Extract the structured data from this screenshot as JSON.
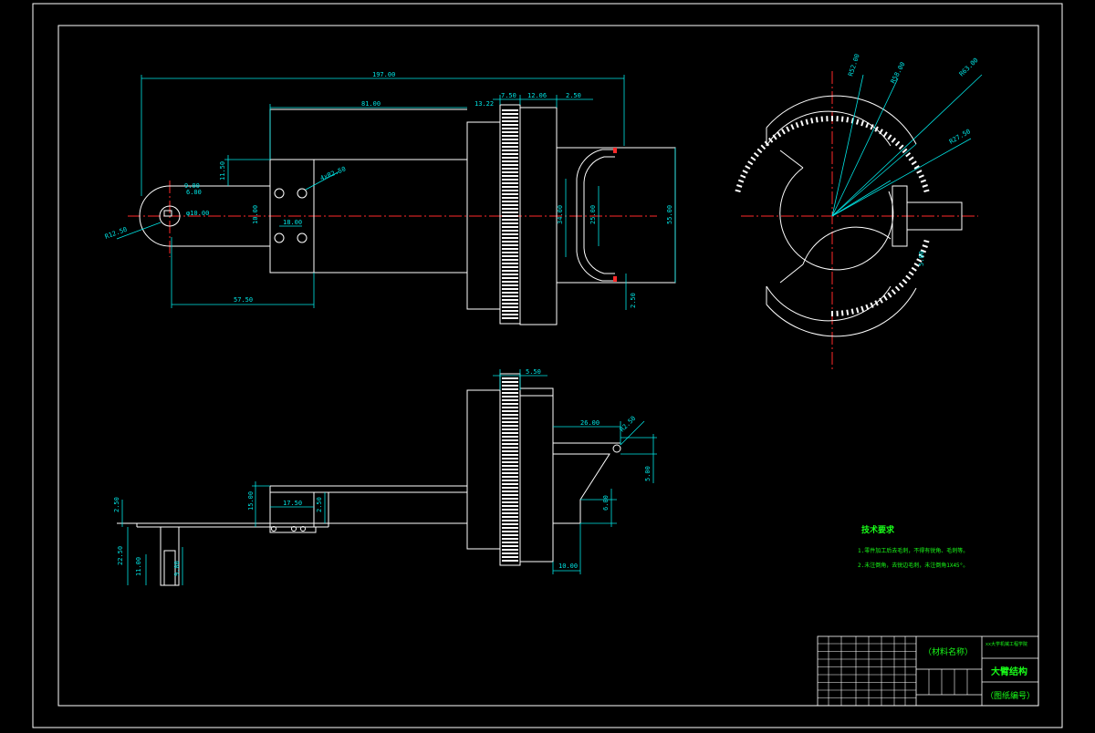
{
  "colors": {
    "background": "#000000",
    "outline": "#ffffff",
    "dimension": "#00e5e5",
    "centerline": "#ff2a2a",
    "annotation": "#19ff19"
  },
  "dims": {
    "d197": "197.00",
    "d81": "81.00",
    "d13_22": "13.22",
    "d7_50": "7.50",
    "d12_06": "12.06",
    "d2_50a": "2.50",
    "d11_50": "11.50",
    "d6_00a": "6.00",
    "d9_00": "9.00",
    "d10_00": "φ10.00",
    "r12_50": "R12.50",
    "d10_00v": "10.00",
    "d18_00": "18.00",
    "d4xr2": "4xR2.50",
    "d57_50": "57.50",
    "d34": "34.00",
    "d25": "25.00",
    "d55": "55.00",
    "d2_50b": "2.50",
    "r52": "R52.00",
    "r58": "R58.00",
    "r63": "R63.00",
    "r27": "R27.50",
    "d5_00r": "5.00",
    "d5_50": "5.50",
    "d26": "26.00",
    "r2_50": "R2.50",
    "d5_00": "5.00",
    "d6_00b": "6.00",
    "d10_00b": "10.00",
    "d2_50c": "2.50",
    "d15": "15.00",
    "d17_50": "17.50",
    "d2_50d": "2.50",
    "d22_50": "22.50",
    "d11_00": "11.00",
    "d9_00b": "9.00"
  },
  "notes": {
    "title": "技术要求",
    "line1": "1.零件加工后去毛刺，不得有锐角、毛刺等。",
    "line2": "2.未注倒角，去锐边毛刺，未注倒角1X45°。"
  },
  "title_block": {
    "material": "（材料名称）",
    "school": "xx大学机械工程学院",
    "drawing_name": "大臂结构",
    "drawing_no": "（图纸编号）"
  }
}
